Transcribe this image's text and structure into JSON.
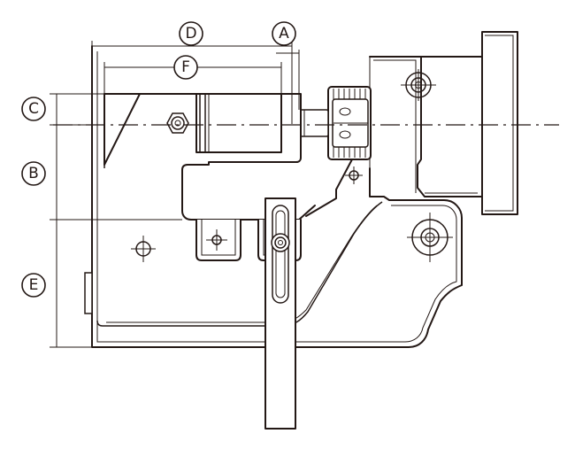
{
  "labels": {
    "A": "A",
    "B": "B",
    "C": "C",
    "D": "D",
    "E": "E",
    "F": "F"
  },
  "colors": {
    "line": "#231815",
    "background": "#ffffff"
  }
}
